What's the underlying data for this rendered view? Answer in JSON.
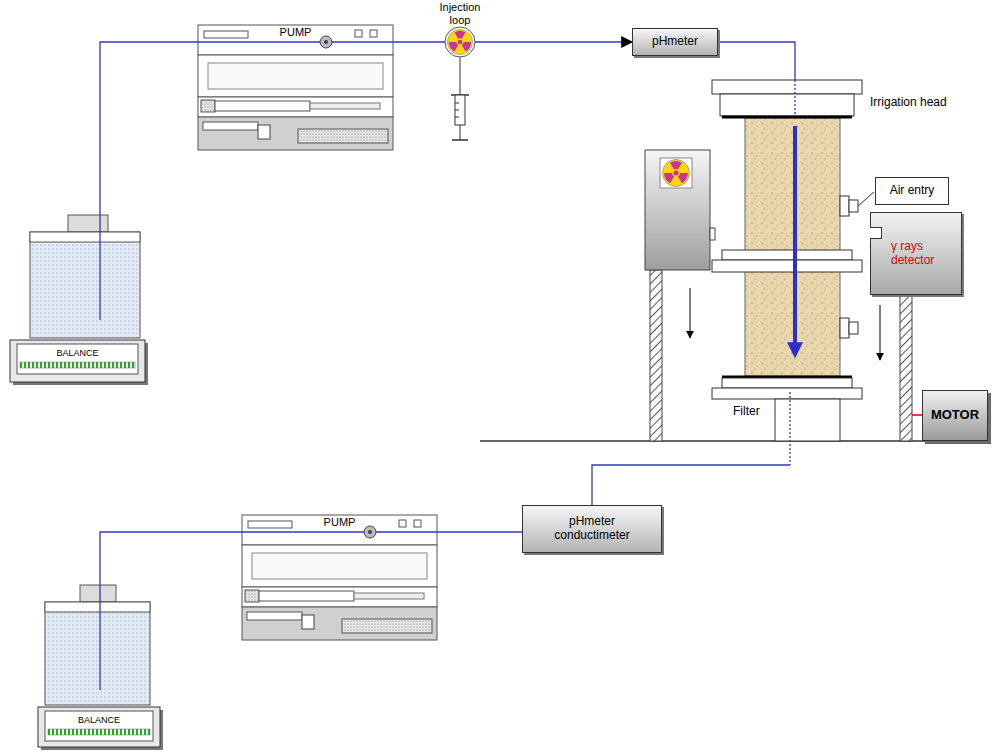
{
  "diagram": {
    "nodes": [
      {
        "text": [
          "PUMP"
        ]
      },
      {
        "text": [
          "pHmeter"
        ]
      },
      {
        "text": [
          "Air entry"
        ]
      },
      {
        "text": [
          "γ rays detector"
        ]
      },
      {
        "text": [
          "BALANCE"
        ]
      },
      {
        "text": [
          "MOTOR"
        ]
      },
      {
        "text": [
          "pHmeter conductimeter"
        ]
      },
      {
        "text": [
          "PUMP"
        ]
      },
      {
        "text": [
          "BALANCE"
        ]
      }
    ],
    "edges": [
      {
        "from": 4,
        "to": 0,
        "arrow": "none"
      },
      {
        "from": 0,
        "to": 1,
        "arrow": "to"
      },
      {
        "from": 6,
        "to": 7,
        "arrow": "none"
      },
      {
        "from": 7,
        "to": 8,
        "arrow": "none"
      }
    ],
    "labels": [
      "Injection loop",
      "Irrigation head",
      "Filter"
    ]
  }
}
